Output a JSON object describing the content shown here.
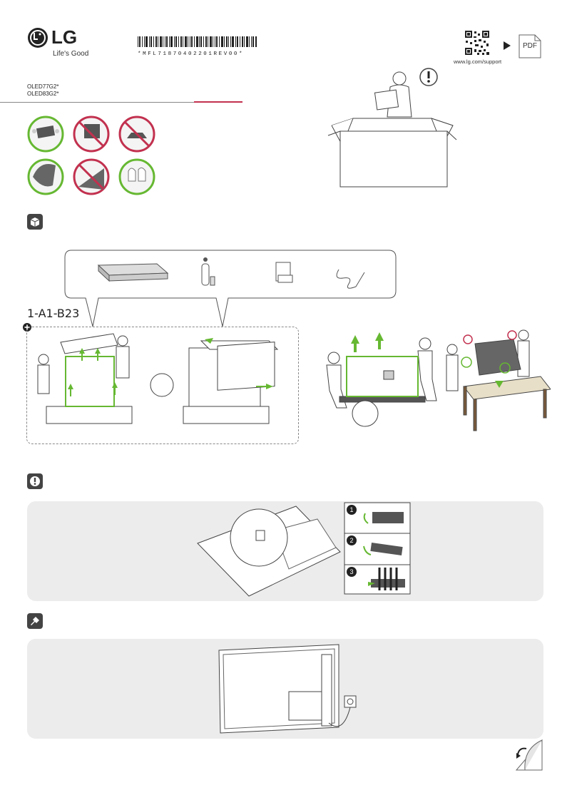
{
  "brand": {
    "name": "LG",
    "tagline": "Life's Good"
  },
  "barcode": {
    "text": "*MFL71870402201REV00*"
  },
  "support": {
    "url": "www.lg.com/support",
    "pdf_label": "PDF"
  },
  "models": [
    "OLED77G2*",
    "OLED83G2*"
  ],
  "package_code": "1-A1-B23",
  "colors": {
    "accent_green": "#66b832",
    "prohibit_red": "#c2314f",
    "panel_gray": "#ececec"
  }
}
